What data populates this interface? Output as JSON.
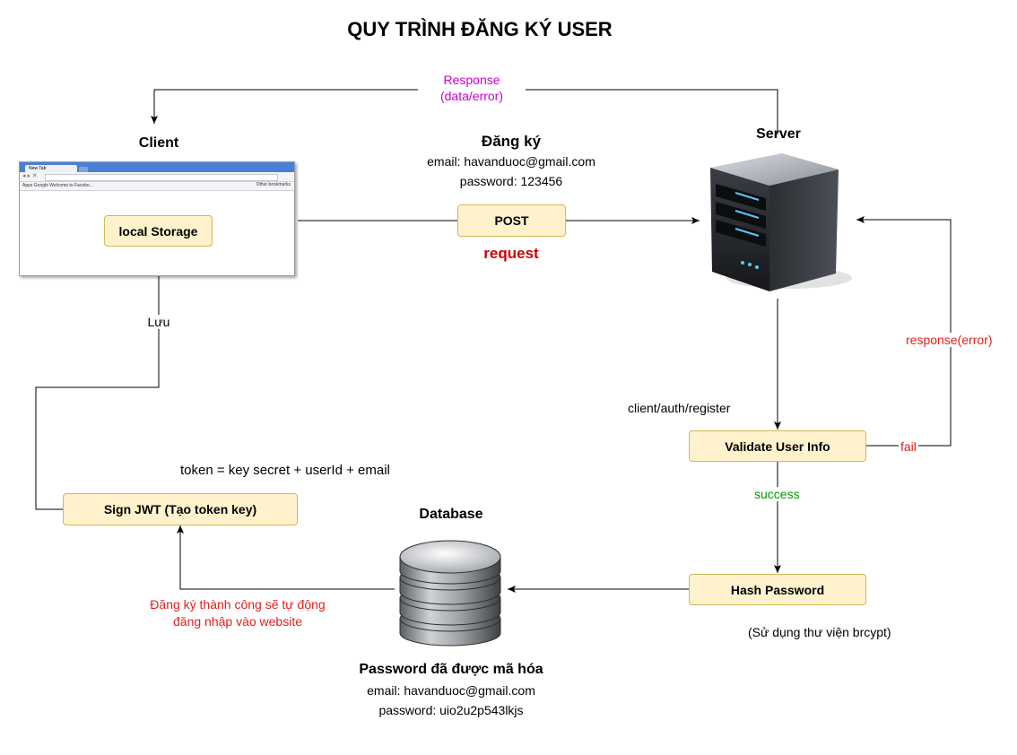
{
  "title": "QUY TRÌNH ĐĂNG KÝ USER",
  "client": {
    "label": "Client",
    "local_storage": "local Storage",
    "browser": {
      "tab": "New Tab",
      "bookmarks": "Apps  Google  Welcome to Facebo...",
      "other_bookmarks": "Other bookmarks"
    }
  },
  "server": {
    "label": "Server"
  },
  "register": {
    "heading": "Đăng ký",
    "email": "email: havanduoc@gmail.com",
    "password": "password: 123456",
    "post": "POST",
    "request": "request"
  },
  "response": {
    "line1": "Response",
    "line2": "(data/error)"
  },
  "route": "client/auth/register",
  "validate": "Validate User Info",
  "fail": "fail",
  "response_error": "response(error)",
  "success": "success",
  "hash": "Hash Password",
  "bcrypt_note": "(Sử dụng thư viện brcypt)",
  "database": {
    "label": "Database",
    "stored_heading": "Password đã được mã hóa",
    "email": "email: havanduoc@gmail.com",
    "password": "password: uio2u2p543lkjs"
  },
  "auto_login": {
    "line1": "Đăng ký thành công sẽ tự động",
    "line2": "đăng nhập vào website"
  },
  "sign_jwt": "Sign JWT (Tạo token key)",
  "token_formula": "token = key secret + userId + email",
  "save": "Lưu",
  "colors": {
    "box_fill": "#fff2cc",
    "box_border": "#d6b656",
    "magenta": "#cc00cc",
    "red": "#e02020",
    "green": "#009900"
  }
}
